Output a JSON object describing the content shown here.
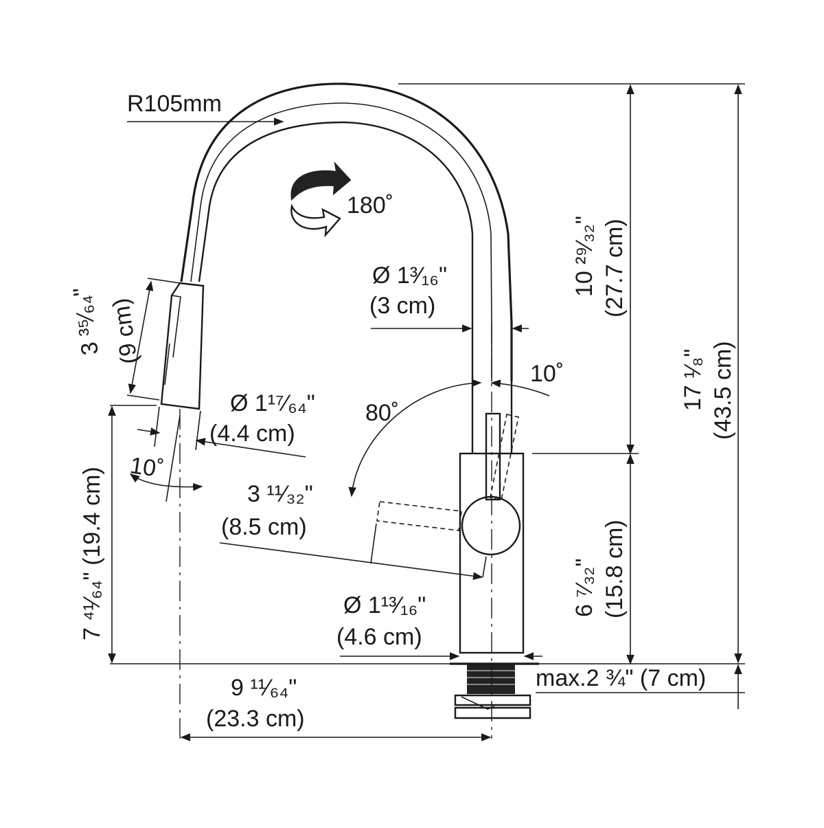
{
  "labels": {
    "radius": "R105mm",
    "rotation": "180˚",
    "spout_diameter_in": "Ø 1³⁄₁₆\"",
    "spout_diameter_cm": "(3 cm)",
    "handle_tilt": "10˚",
    "handle_swing": "80˚",
    "spray_length_in": "3 ³⁵⁄₆₄\"",
    "spray_length_cm": "(9 cm)",
    "spray_diameter_in": "Ø 1¹⁷⁄₆₄\"",
    "spray_diameter_cm": "(4.4 cm)",
    "spray_tilt": "10˚",
    "handle_length_in": "3 ¹¹⁄₃₂\"",
    "handle_length_cm": "(8.5 cm)",
    "base_diameter_in": "Ø 1¹³⁄₁₆\"",
    "base_diameter_cm": "(4.6 cm)",
    "spout_height_in": "7 ⁴¹⁄₆₄\" (19.4 cm)",
    "reach_in": "9 ¹¹⁄₆₄\"",
    "reach_cm": "(23.3 cm)",
    "deck_max": "max.2 ¾\" (7 cm)",
    "body_height_in": "6 ⁷⁄₃₂\"",
    "body_height_cm": "(15.8 cm)",
    "upper_height_in": "10 ²⁹⁄₃₂\"",
    "upper_height_cm": "(27.7 cm)",
    "total_height_in": "17 ¹⁄₈\"",
    "total_height_cm": "(43.5 cm)"
  }
}
